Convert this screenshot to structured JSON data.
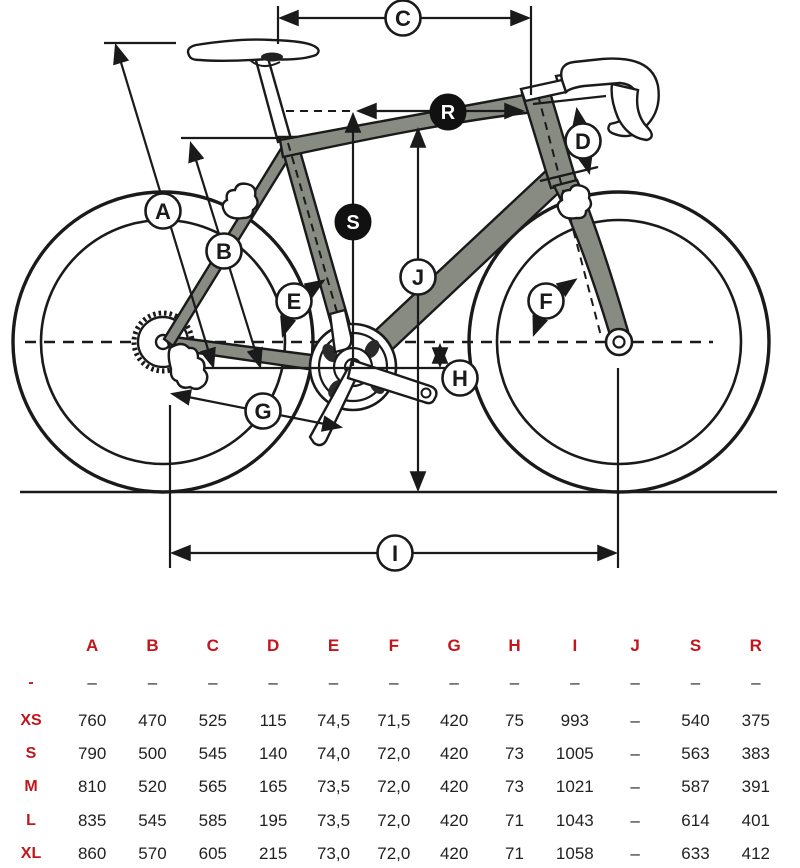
{
  "diagram": {
    "dim_letters": [
      "A",
      "B",
      "C",
      "D",
      "E",
      "F",
      "G",
      "H",
      "I",
      "J",
      "S",
      "R"
    ]
  },
  "table": {
    "columns": [
      "A",
      "B",
      "C",
      "D",
      "E",
      "F",
      "G",
      "H",
      "I",
      "J",
      "S",
      "R"
    ],
    "rows": [
      {
        "size": "-",
        "values": [
          "–",
          "–",
          "–",
          "–",
          "–",
          "–",
          "–",
          "–",
          "–",
          "–",
          "–",
          "–"
        ]
      },
      {
        "size": "XS",
        "values": [
          "760",
          "470",
          "525",
          "115",
          "74,5",
          "71,5",
          "420",
          "75",
          "993",
          "–",
          "540",
          "375"
        ]
      },
      {
        "size": "S",
        "values": [
          "790",
          "500",
          "545",
          "140",
          "74,0",
          "72,0",
          "420",
          "73",
          "1005",
          "–",
          "563",
          "383"
        ]
      },
      {
        "size": "M",
        "values": [
          "810",
          "520",
          "565",
          "165",
          "73,5",
          "72,0",
          "420",
          "73",
          "1021",
          "–",
          "587",
          "391"
        ]
      },
      {
        "size": "L",
        "values": [
          "835",
          "545",
          "585",
          "195",
          "73,5",
          "72,0",
          "420",
          "71",
          "1043",
          "–",
          "614",
          "401"
        ]
      },
      {
        "size": "XL",
        "values": [
          "860",
          "570",
          "605",
          "215",
          "73,0",
          "72,0",
          "420",
          "71",
          "1058",
          "–",
          "633",
          "412"
        ]
      }
    ]
  },
  "colors": {
    "accent_red": "#c3161c",
    "frame_gray": "#878b81",
    "line_black": "#1a1a1a"
  }
}
